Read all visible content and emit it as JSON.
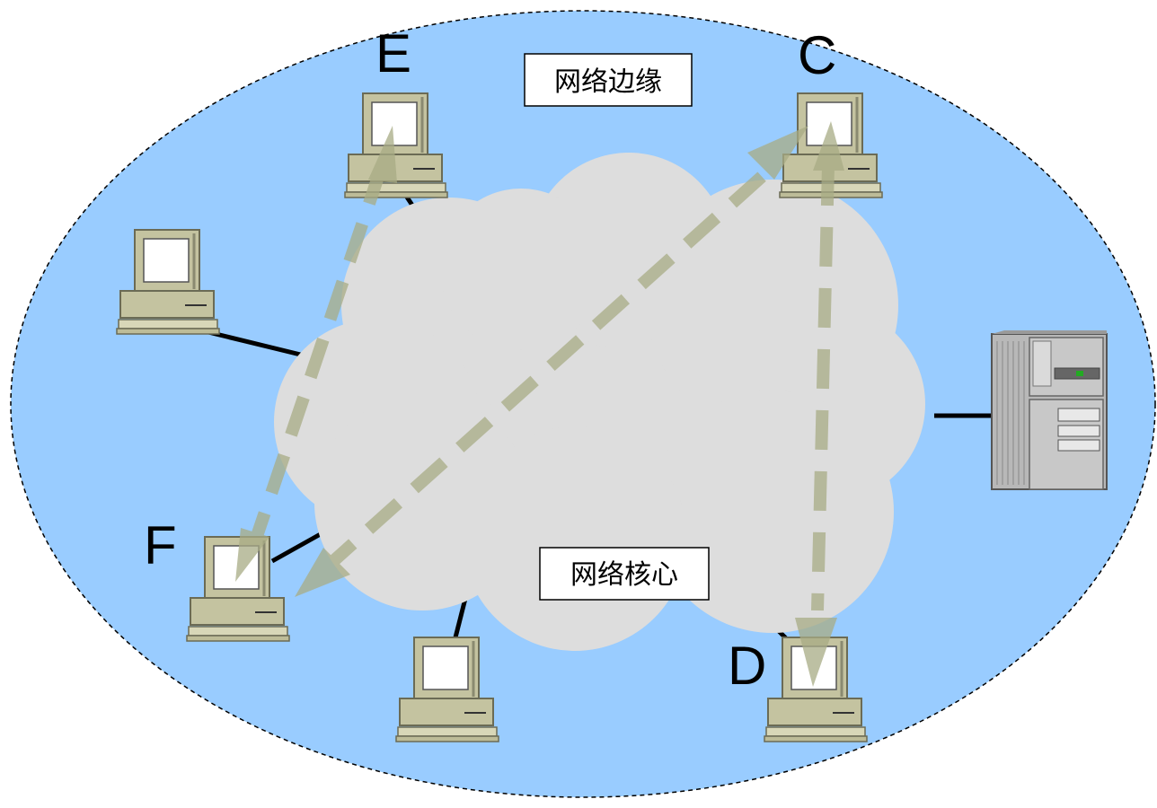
{
  "regions": {
    "edge": {
      "label": "网络边缘",
      "fill": "#99ccff"
    },
    "core": {
      "label": "网络核心",
      "fill": "#dddddd"
    }
  },
  "nodes": {
    "E": "E",
    "C": "C",
    "F": "F",
    "D": "D"
  },
  "colors": {
    "path_arrow": "#a8ac85",
    "computer_body": "#c4c3a0",
    "link": "#000000"
  },
  "icons": [
    "computer-icon",
    "server-icon"
  ]
}
